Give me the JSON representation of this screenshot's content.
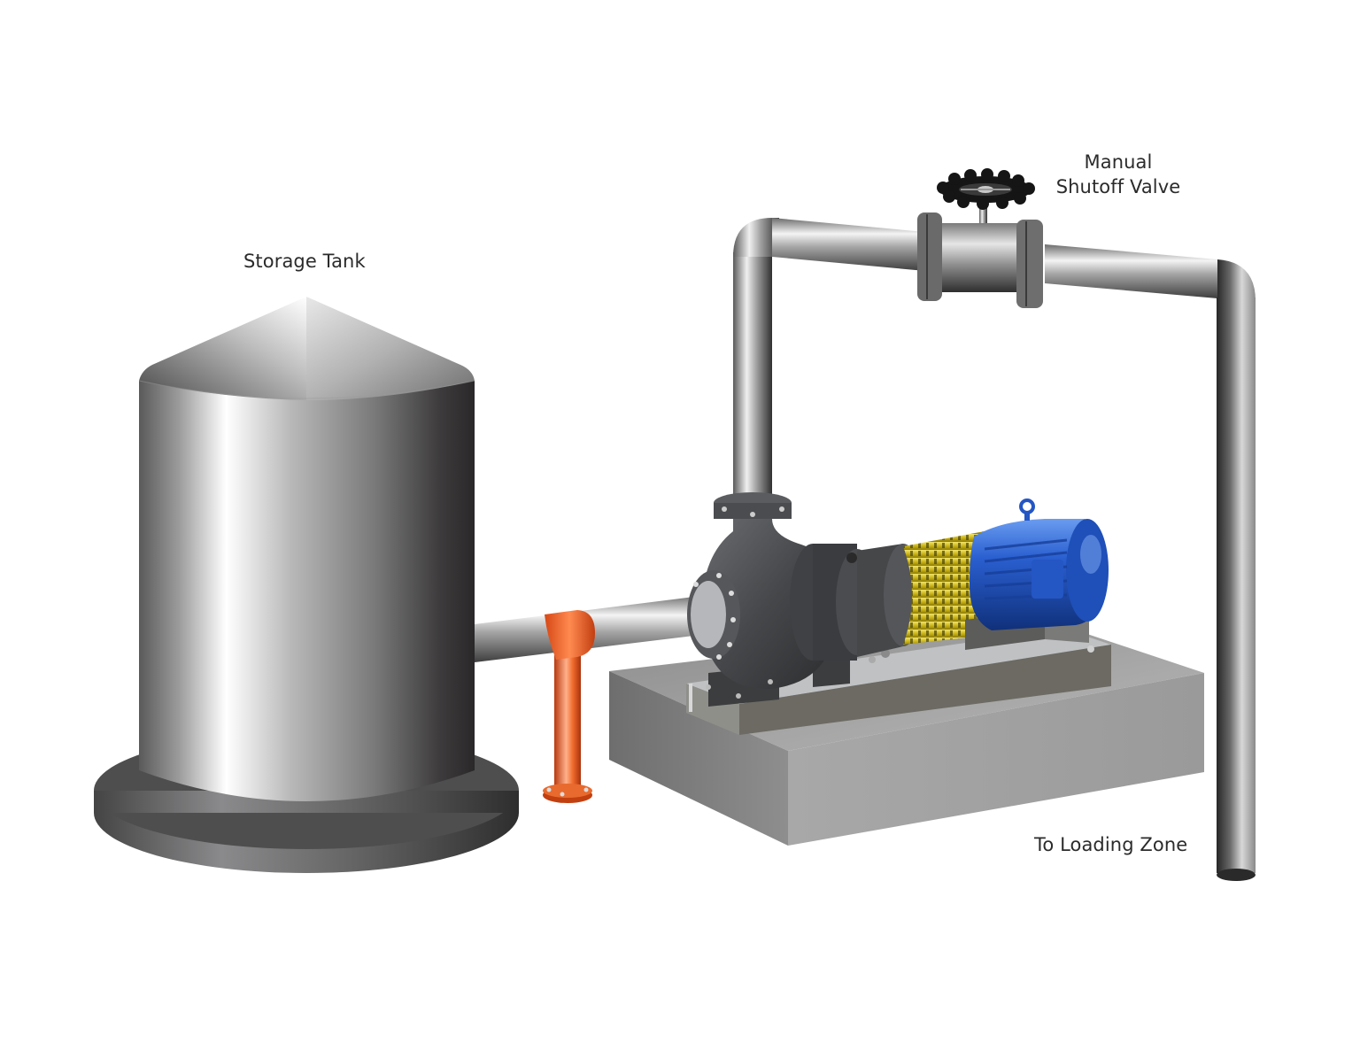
{
  "diagram": {
    "type": "process-flow-illustration",
    "labels": {
      "storage_tank": "Storage Tank",
      "valve_line1": "Manual",
      "valve_line2": "Shutoff Valve",
      "loading_zone": "To Loading Zone"
    },
    "components": [
      {
        "id": "storage-tank",
        "label": "Storage Tank"
      },
      {
        "id": "suction-pipe",
        "label": ""
      },
      {
        "id": "pipe-support",
        "label": ""
      },
      {
        "id": "centrifugal-pump",
        "label": ""
      },
      {
        "id": "coupling-guard",
        "label": ""
      },
      {
        "id": "electric-motor",
        "label": ""
      },
      {
        "id": "baseplate",
        "label": ""
      },
      {
        "id": "concrete-foundation",
        "label": ""
      },
      {
        "id": "discharge-pipe",
        "label": ""
      },
      {
        "id": "manual-shutoff-valve",
        "label": "Manual Shutoff Valve"
      },
      {
        "id": "outlet-pipe",
        "label": "To Loading Zone"
      }
    ],
    "flow": [
      "Storage Tank",
      "Pump",
      "Manual Shutoff Valve",
      "To Loading Zone"
    ],
    "colors": {
      "background": "#ffffff",
      "text": "#2b2b2b",
      "steel_light": "#f2f2f2",
      "steel_mid": "#9a9a9a",
      "steel_dark": "#3a3a3a",
      "pump_body": "#4a4c4f",
      "motor_blue": "#1f4fb8",
      "guard_yellow": "#d6c21c",
      "support_orange": "#e4531c",
      "concrete": "#9d9d9d"
    }
  }
}
